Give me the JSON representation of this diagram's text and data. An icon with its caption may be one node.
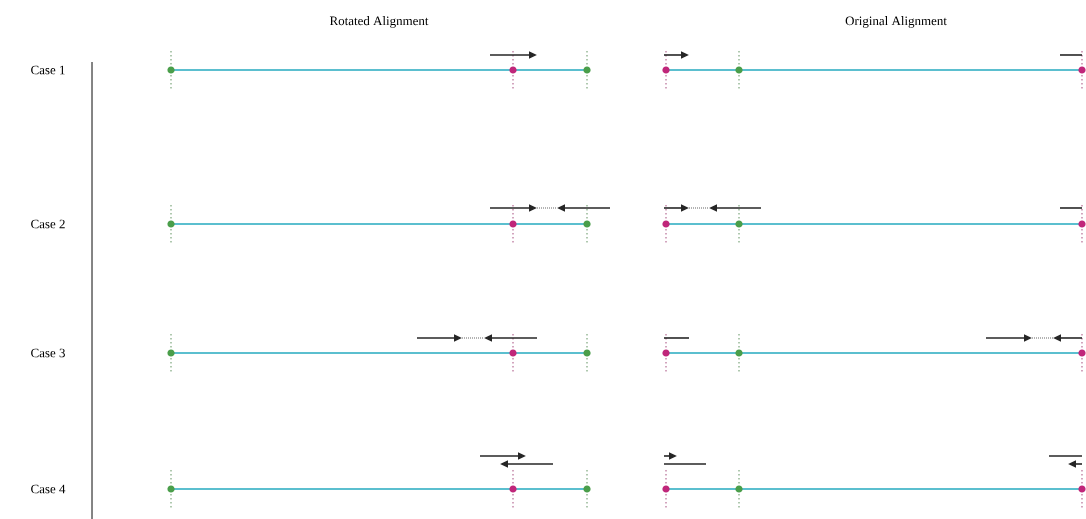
{
  "diagram": {
    "labels": [
      "Rotated Alignment",
      "Original Alignment",
      "Case 1",
      "Case 2",
      "Case 3",
      "Case 4"
    ]
  }
}
